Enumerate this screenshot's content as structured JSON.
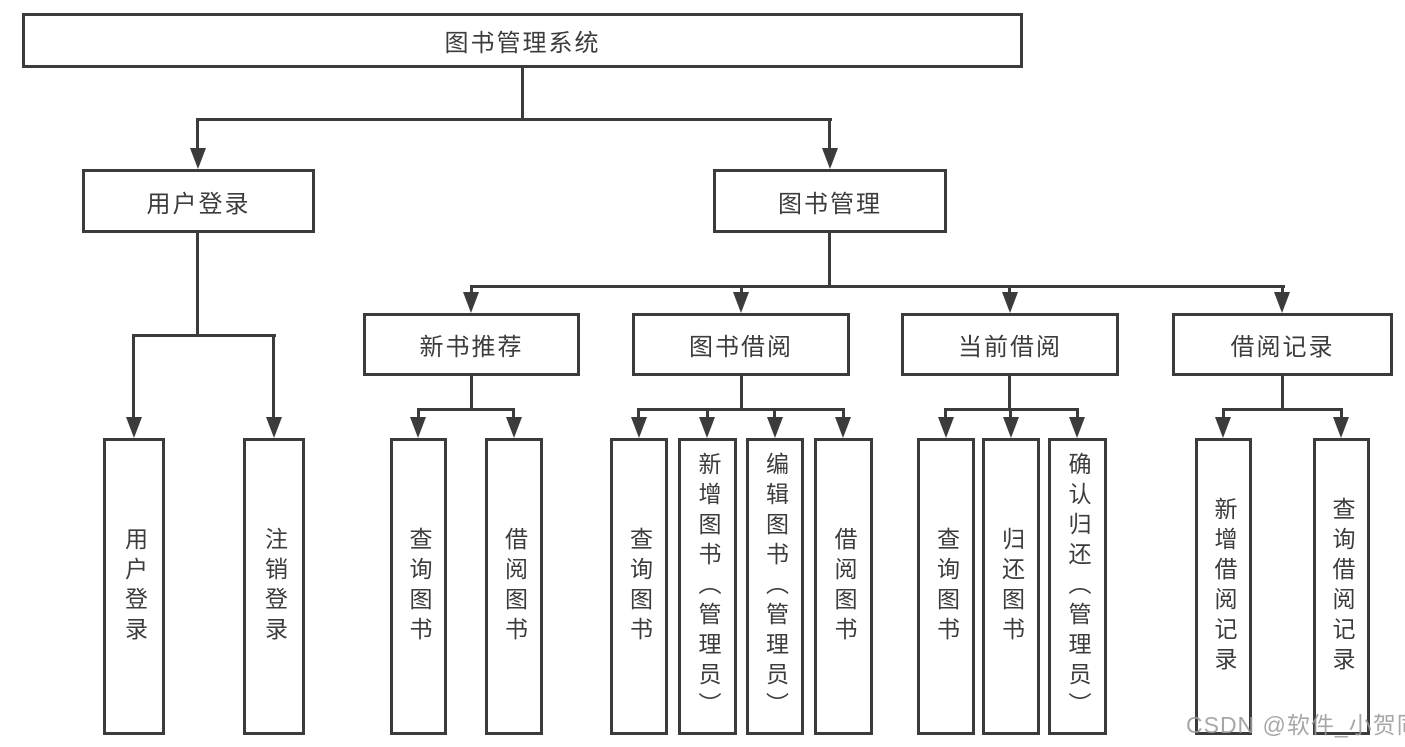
{
  "tree": {
    "label": "图书管理系统",
    "children": [
      {
        "label": "用户登录",
        "children": [
          {
            "label": "用户登录"
          },
          {
            "label": "注销登录"
          }
        ]
      },
      {
        "label": "图书管理",
        "children": [
          {
            "label": "新书推荐",
            "children": [
              {
                "label": "查询图书"
              },
              {
                "label": "借阅图书"
              }
            ]
          },
          {
            "label": "图书借阅",
            "children": [
              {
                "label": "查询图书"
              },
              {
                "label": "新增图书（管理员）"
              },
              {
                "label": "编辑图书（管理员）"
              },
              {
                "label": "借阅图书"
              }
            ]
          },
          {
            "label": "当前借阅",
            "children": [
              {
                "label": "查询图书"
              },
              {
                "label": "归还图书"
              },
              {
                "label": "确认归还（管理员）"
              }
            ]
          },
          {
            "label": "借阅记录",
            "children": [
              {
                "label": "新增借阅记录"
              },
              {
                "label": "查询借阅记录"
              }
            ]
          }
        ]
      }
    ]
  },
  "watermark": {
    "text": "CSDN @软件_小贺同学"
  },
  "colors": {
    "line": "#3b3b3b",
    "text": "#3c3c3c",
    "watermark": "#9b9b9b",
    "background": "#ffffff"
  }
}
